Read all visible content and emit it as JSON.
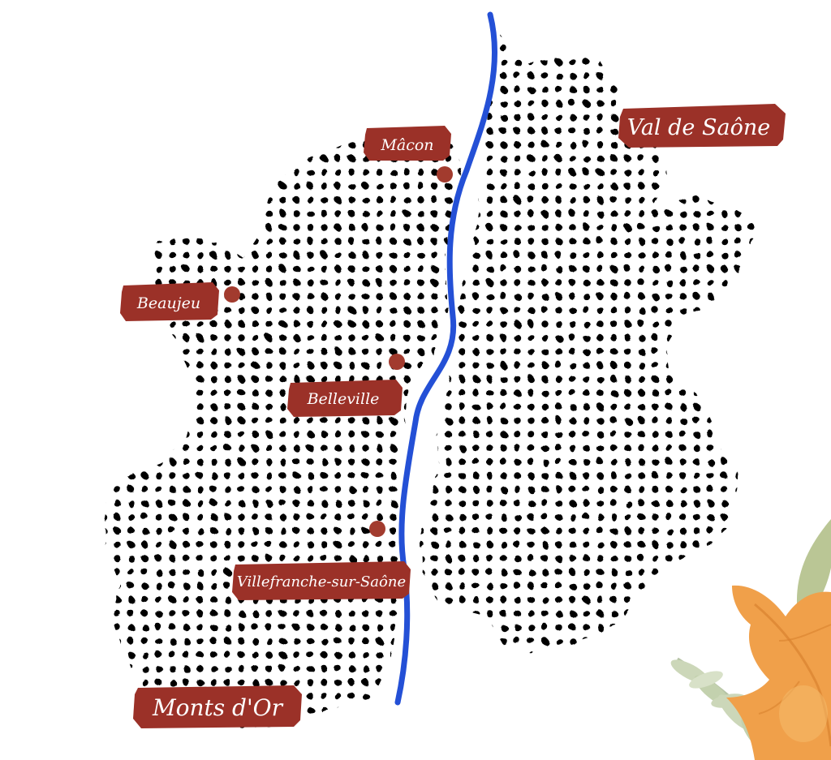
{
  "map": {
    "colors": {
      "river": "#2450d6",
      "label_background": "#9b3128",
      "marker": "#a23b2e",
      "dots": "#000000",
      "leaf_orange": "#f0a04a",
      "leaf_green": "#b9c9a0"
    },
    "regions": {
      "east": {
        "name": "Val de Saône"
      },
      "south": {
        "name": "Monts d'Or"
      }
    },
    "towns": [
      {
        "name": "Mâcon"
      },
      {
        "name": "Beaujeu"
      },
      {
        "name": "Belleville"
      },
      {
        "name": "Villefranche-sur-Saône"
      }
    ]
  }
}
